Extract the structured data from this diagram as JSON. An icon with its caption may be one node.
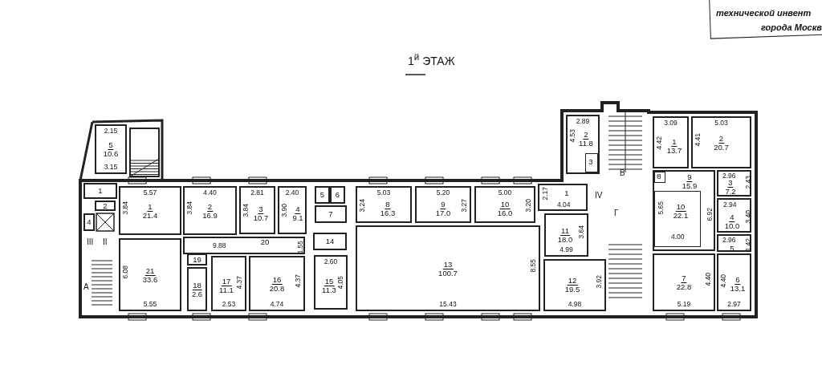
{
  "diagram": {
    "title": "1$^{й}$ ЭТАЖ",
    "nodes": [
      {
        "text": [
          "2.15",
          "5",
          "10.6",
          "3.15"
        ]
      },
      {
        "text": [
          "1"
        ]
      },
      {
        "text": [
          "2"
        ]
      },
      {
        "text": [
          "4"
        ]
      },
      {
        "text": [
          "5.57",
          "3.84",
          "1",
          "21.4"
        ]
      },
      {
        "text": [
          "4.40",
          "3.84",
          "2",
          "16.9"
        ]
      },
      {
        "text": [
          "2.81",
          "3.84",
          "3",
          "10.7"
        ]
      },
      {
        "text": [
          "2.40",
          "3.90",
          "4",
          "9.1"
        ]
      },
      {
        "text": [
          "9.88",
          "20",
          "1.55"
        ]
      },
      {
        "text": [
          "6.08",
          "21",
          "33.6",
          "5.55"
        ]
      },
      {
        "text": [
          "19"
        ]
      },
      {
        "text": [
          "18",
          "2.6"
        ]
      },
      {
        "text": [
          "4.37",
          "17",
          "11.1",
          "2.53"
        ]
      },
      {
        "text": [
          "4.37",
          "16",
          "20.8",
          "4.74"
        ]
      },
      {
        "text": [
          "5"
        ]
      },
      {
        "text": [
          "6"
        ]
      },
      {
        "text": [
          "7"
        ]
      },
      {
        "text": [
          "14"
        ]
      },
      {
        "text": [
          "2.60",
          "4.05",
          "15",
          "11.3"
        ]
      },
      {
        "text": [
          "5.03",
          "3.24",
          "8",
          "16.3"
        ]
      },
      {
        "text": [
          "5.20",
          "3.27",
          "9",
          "17.0"
        ]
      },
      {
        "text": [
          "5.00",
          "3.20",
          "10",
          "16.0"
        ]
      },
      {
        "text": [
          "8.55",
          "13",
          "100.7",
          "15.43"
        ]
      },
      {
        "text": [
          "2.89",
          "4.53",
          "2",
          "11.8"
        ]
      },
      {
        "text": [
          "3"
        ],
        "in": 23
      },
      {
        "text": [
          "2.17",
          "1",
          "4.04"
        ]
      },
      {
        "text": [
          "3.64",
          "11",
          "18.0",
          "4.99"
        ]
      },
      {
        "text": [
          "3.92",
          "12",
          "19.5",
          "4.98"
        ]
      },
      {
        "text": [
          "3.09",
          "4.42",
          "1",
          "13.7"
        ]
      },
      {
        "text": [
          "5.03",
          "4.41",
          "2",
          "20.7"
        ]
      },
      {
        "text": [
          "9",
          "15.9",
          "6.92"
        ]
      },
      {
        "text": [
          "8"
        ],
        "in": 30
      },
      {
        "text": [
          "5.65",
          "10",
          "22.1",
          "4.00"
        ],
        "in": 30
      },
      {
        "text": [
          "2.96",
          "2.43",
          "3",
          "7.2"
        ]
      },
      {
        "text": [
          "2.94",
          "3.40",
          "4",
          "10.0"
        ]
      },
      {
        "text": [
          "2.96",
          "1.42",
          "5"
        ]
      },
      {
        "text": [
          "4.40",
          "7",
          "22.8",
          "5.19"
        ]
      },
      {
        "text": [
          "4.40",
          "6",
          "13.1",
          "2.97"
        ]
      }
    ],
    "labels": [
      "III",
      "II",
      "А",
      "IV",
      "В",
      "Г",
      "технической инвент",
      "города Москв"
    ]
  }
}
